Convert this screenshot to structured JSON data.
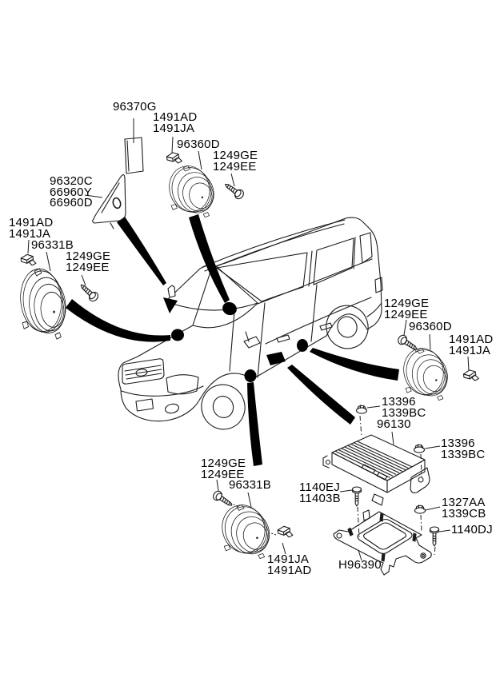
{
  "diagram": {
    "kind": "vehicle-speaker-parts-diagram",
    "background": "#ffffff",
    "line_color": "#1b1b1b",
    "labels": {
      "pad_top": [
        "96370G"
      ],
      "clip_top": [
        "1491AD",
        "1491JA"
      ],
      "speaker_top": [
        "96360D"
      ],
      "screw_top": [
        "1249GE",
        "1249EE"
      ],
      "mirror_trim": [
        "96320C",
        "66960Y",
        "66960D"
      ],
      "clip_left": [
        "1491AD",
        "1491JA"
      ],
      "speaker_left": [
        "96331B"
      ],
      "screw_left": [
        "1249GE",
        "1249EE"
      ],
      "screw_right": [
        "1249GE",
        "1249EE"
      ],
      "speaker_right": [
        "96360D"
      ],
      "clip_right": [
        "1491AD",
        "1491JA"
      ],
      "nut_amp_upper": [
        "13396",
        "1339BC"
      ],
      "amplifier": [
        "96130"
      ],
      "nut_amp_right": [
        "13396",
        "1339BC"
      ],
      "bolt_bracket_left": [
        "1140EJ",
        "11403B"
      ],
      "nut_bracket": [
        "1327AA",
        "1339CB"
      ],
      "bolt_bracket_right": [
        "1140DJ"
      ],
      "screw_bottom": [
        "1249GE",
        "1249EE"
      ],
      "speaker_bottom": [
        "96331B"
      ],
      "clip_bottom": [
        "1491JA",
        "1491AD"
      ],
      "bracket": [
        "H96390"
      ]
    }
  }
}
